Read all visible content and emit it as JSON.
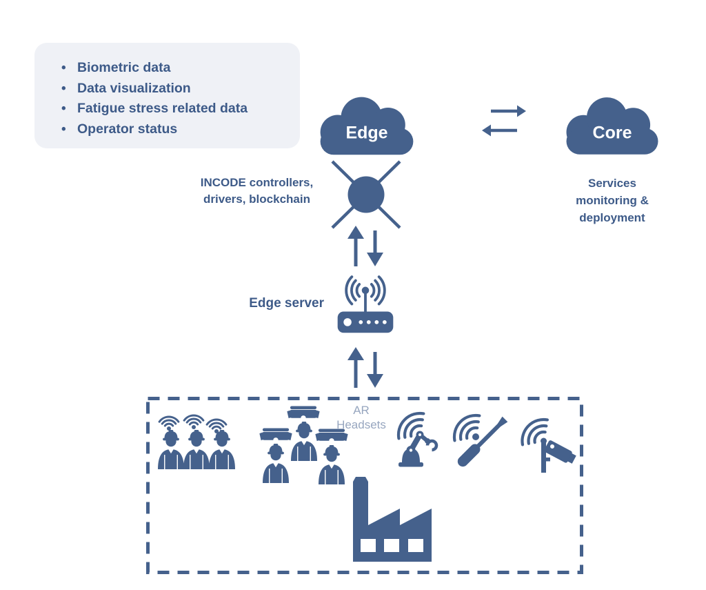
{
  "colors": {
    "accent": "#45618C",
    "accent_text": "#3D5A88",
    "panel_bg": "#EFF1F6",
    "muted_label": "#97A6BF",
    "cloud_text": "#FFFFFF",
    "background": "#FFFFFF"
  },
  "panel": {
    "items": [
      "Biometric data",
      "Data visualization",
      "Fatigue stress related data",
      "Operator status"
    ]
  },
  "edge": {
    "cloud_label": "Edge",
    "caption_line1": "INCODE controllers,",
    "caption_line2": "drivers, blockchain"
  },
  "core": {
    "cloud_label": "Core",
    "caption_line1": "Services",
    "caption_line2": "monitoring &",
    "caption_line3": "deployment"
  },
  "edge_server": {
    "label": "Edge server"
  },
  "factory_zone": {
    "ar_label_line1": "AR",
    "ar_label_line2": "Headsets"
  },
  "icons": {
    "edge-cloud-icon": "cloud",
    "core-cloud-icon": "cloud",
    "network-node-icon": "circle with crossing links",
    "exchange-arrows-icon": "bidirectional horizontal arrows",
    "up-down-arrows-icon": "bidirectional vertical arrows",
    "wifi-router-icon": "wireless router with antenna",
    "worker-icon": "operator with hard hat",
    "wifi-signal-icon": "wifi signal",
    "ar-goggles-icon": "AR goggles",
    "robot-arm-icon": "robotic arm with wireless signal",
    "screwdriver-icon": "screwdriver tool with wireless signal",
    "camera-icon": "surveillance camera with wireless signal",
    "factory-icon": "factory building"
  }
}
